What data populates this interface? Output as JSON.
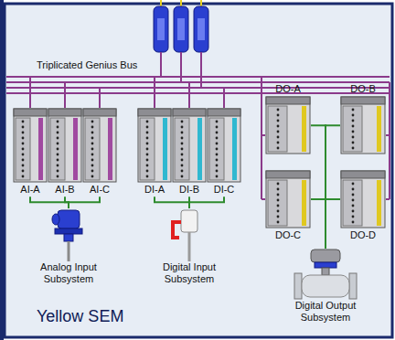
{
  "diagram": {
    "nodes": [
      {
        "text": [
          "AI-A"
        ]
      },
      {
        "text": [
          "AI-B"
        ]
      },
      {
        "text": [
          "AI-C"
        ]
      },
      {
        "text": [
          "DI-A"
        ]
      },
      {
        "text": [
          "DI-B"
        ]
      },
      {
        "text": [
          "DI-C"
        ]
      },
      {
        "text": [
          "DO-A"
        ]
      },
      {
        "text": [
          "DO-B"
        ]
      },
      {
        "text": [
          "DO-C"
        ]
      },
      {
        "text": [
          "DO-D"
        ]
      },
      {
        "text": [
          "Analog Input Subsystem"
        ]
      },
      {
        "text": [
          "Digital Input Subsystem"
        ]
      },
      {
        "text": [
          "Digital Output Subsystem"
        ]
      }
    ],
    "edges": [
      {
        "from": 0,
        "to": 10,
        "arrow": "none"
      },
      {
        "from": 1,
        "to": 10,
        "arrow": "none"
      },
      {
        "from": 2,
        "to": 10,
        "arrow": "none"
      },
      {
        "from": 3,
        "to": 11,
        "arrow": "none"
      },
      {
        "from": 4,
        "to": 11,
        "arrow": "none"
      },
      {
        "from": 5,
        "to": 11,
        "arrow": "none"
      },
      {
        "from": 6,
        "to": 12,
        "arrow": "none"
      },
      {
        "from": 7,
        "to": 12,
        "arrow": "none"
      },
      {
        "from": 8,
        "to": 12,
        "arrow": "none"
      },
      {
        "from": 9,
        "to": 12,
        "arrow": "none"
      }
    ],
    "labels": [
      "Triplicated Genius Bus",
      "Yellow SEM"
    ]
  }
}
